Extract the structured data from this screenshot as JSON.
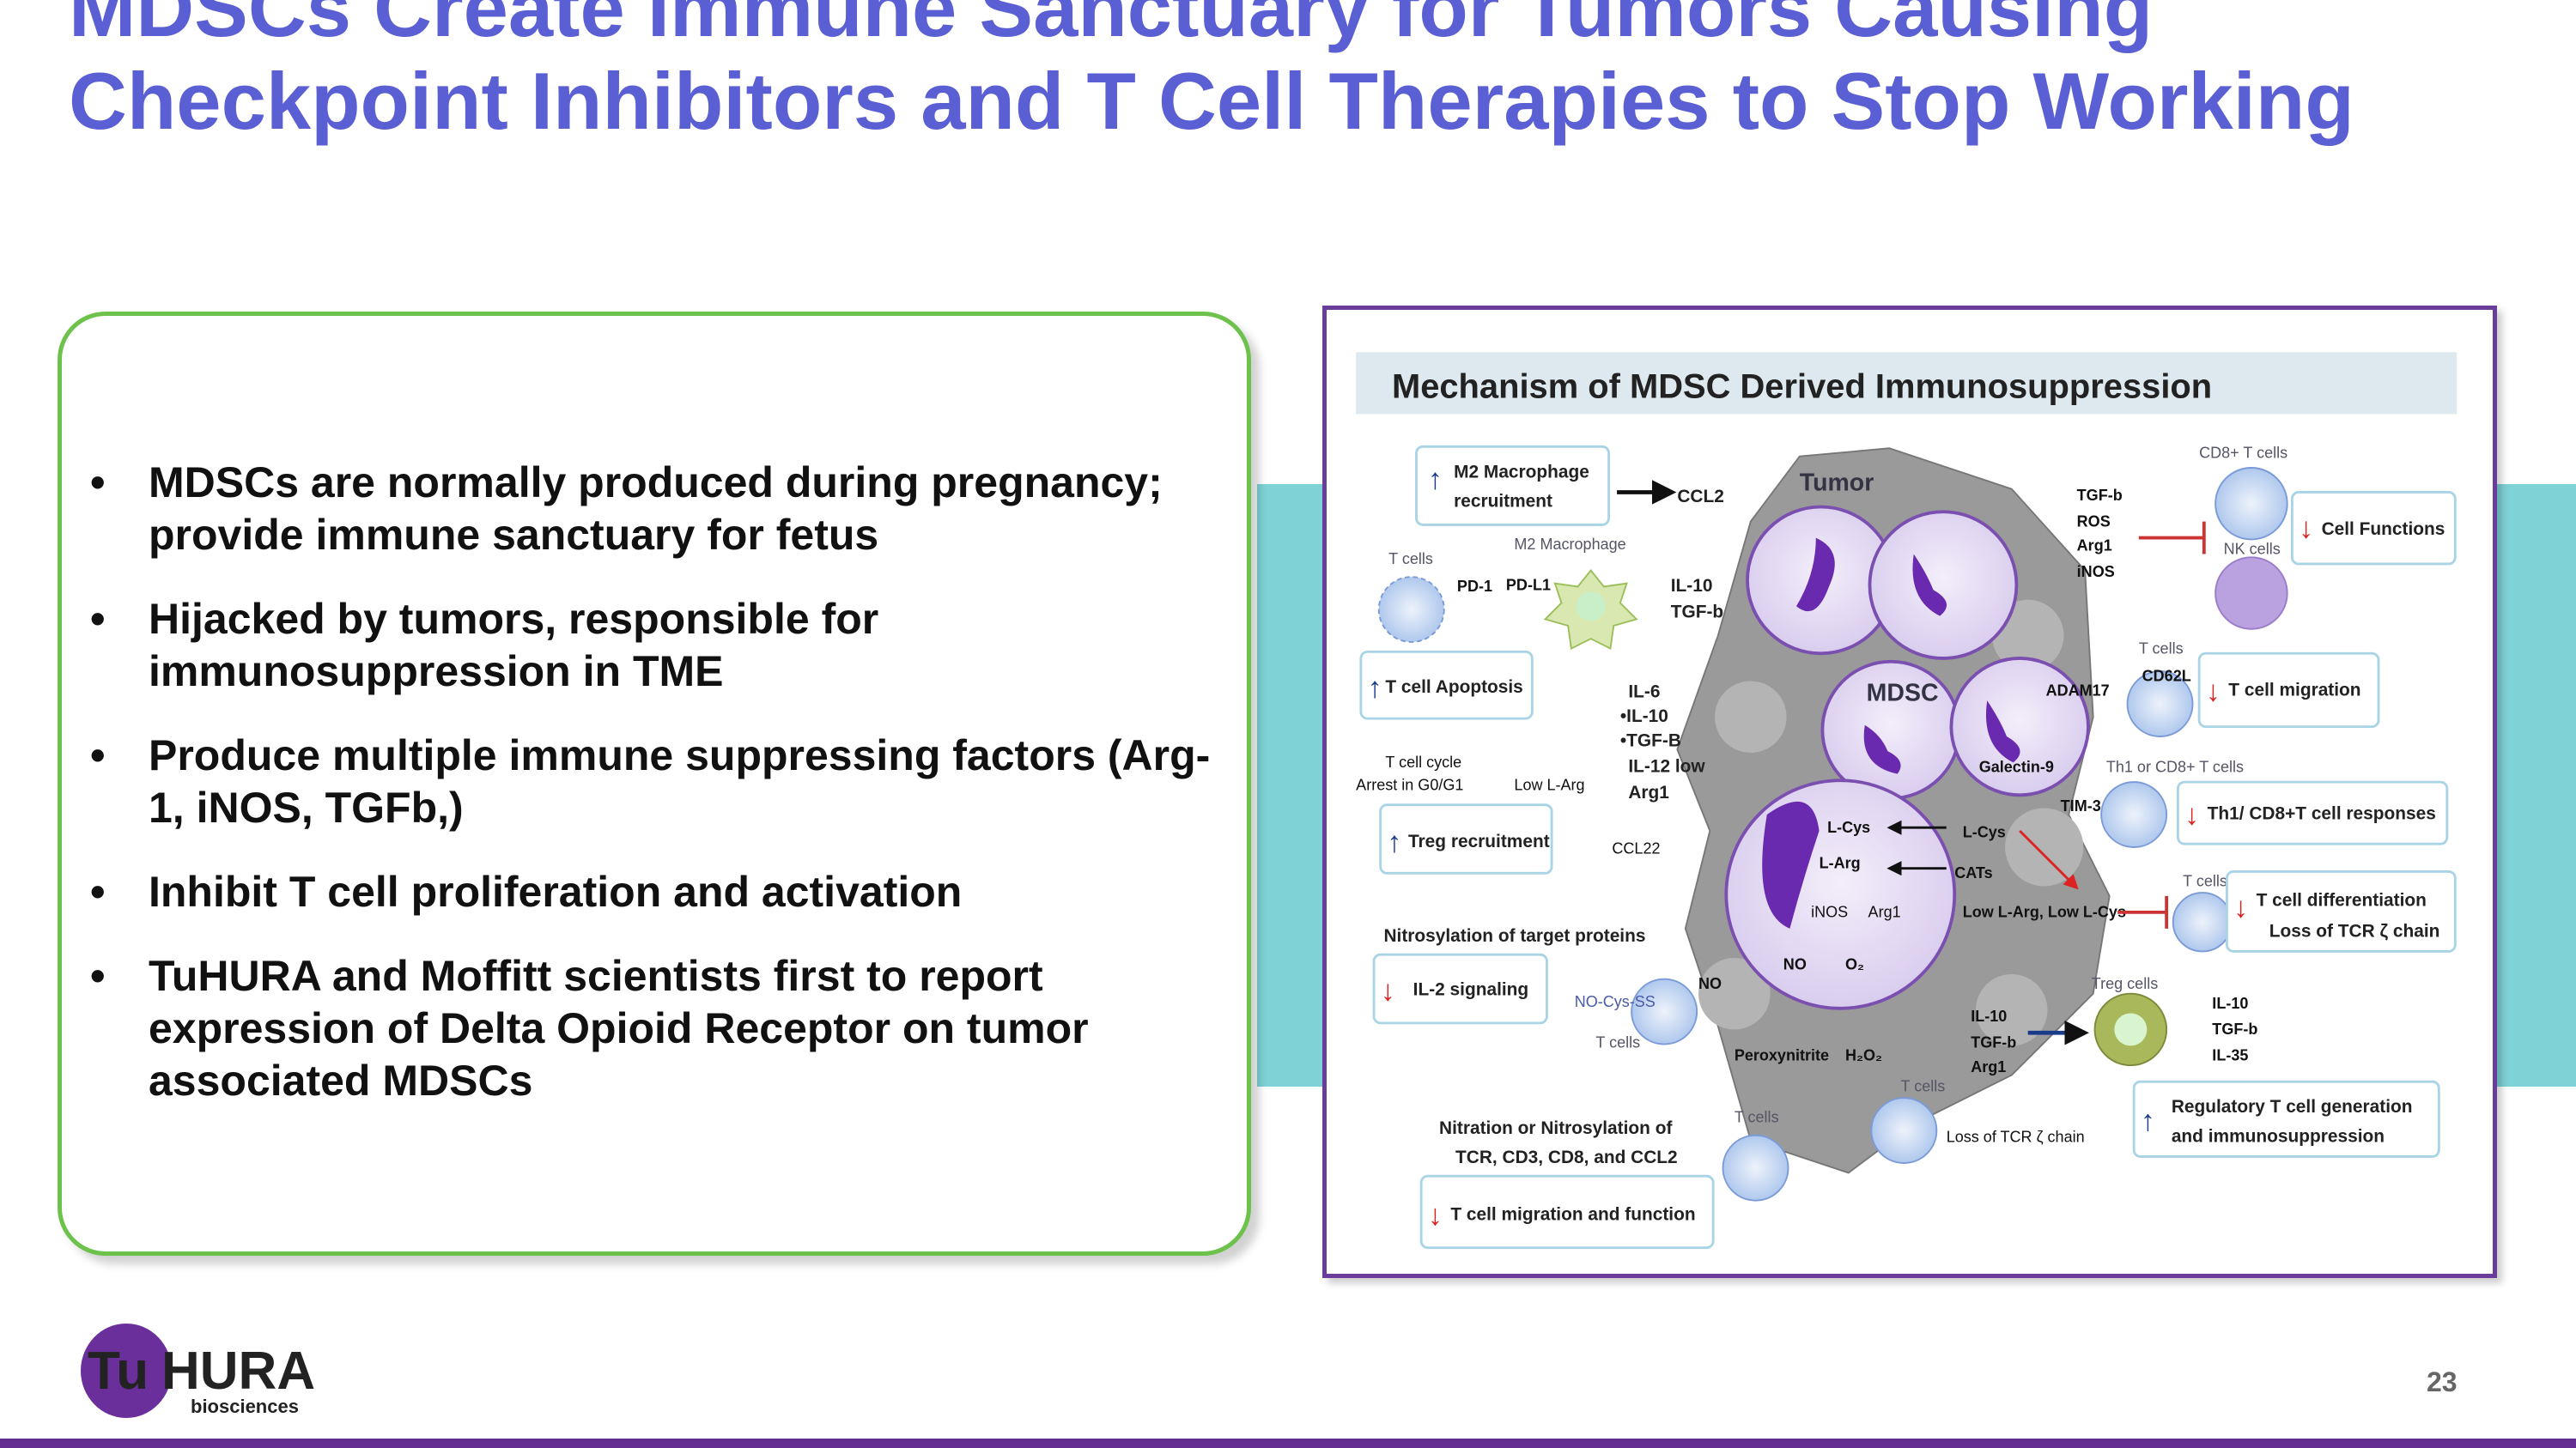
{
  "title": "MDSCs Create Immune Sanctuary for Tumors Causing Checkpoint Inhibitors and T Cell Therapies to Stop Working",
  "bullets": [
    "MDSCs are normally produced during pregnancy; provide immune sanctuary for fetus",
    "Hijacked by tumors, responsible for immunosuppression in TME",
    "Produce multiple immune suppressing factors (Arg-1, iNOS, TGFb,)",
    "Inhibit T cell proliferation and activation",
    "TuHURA and Moffitt scientists first to report expression of Delta Opioid Receptor on tumor associated MDSCs"
  ],
  "bullet_glyph": "•",
  "diagram": {
    "title": "Mechanism of MDSC Derived Immunosuppression",
    "tumor": "Tumor",
    "mdsc": "MDSC",
    "m2_recruit_1": "M2 Macrophage",
    "m2_recruit_2": "recruitment",
    "ccl2": "CCL2",
    "t_cells": "T cells",
    "m2_macrophage": "M2 Macrophage",
    "pd1": "PD-1",
    "pdl1": "PD-L1",
    "il10": "IL-10",
    "tgfb": "TGF-b",
    "t_apoptosis": "T cell Apoptosis",
    "il6": "IL-6",
    "il10b": "•IL-10",
    "tgfB": "•TGF-B",
    "il12": "IL-12 low",
    "arg1": "Arg1",
    "cycle_1": "T cell  cycle",
    "cycle_2": "Arrest in G0/G1",
    "low_larg": "Low L-Arg",
    "treg_recruit": "Treg recruitment",
    "ccl22": "CCL22",
    "nitrosylation": "Nitrosylation of target proteins",
    "il2": "IL-2 signaling",
    "no_cys": "NO-Cys-SS",
    "nitration_1": "Nitration or Nitrosylation of",
    "nitration_2": "TCR, CD3, CD8, and CCL2",
    "migration_function": "T cell migration and function",
    "loss_tcr": "Loss of TCR ζ chain",
    "lcys": "L-Cys",
    "larg": "L-Arg",
    "inos": "iNOS",
    "no": "NO",
    "o2": "O₂",
    "peroxynitrite": "Peroxynitrite",
    "h2o2": "H₂O₂",
    "cats": "CATs",
    "low_both": "Low L-Arg, Low L-Cys",
    "treg_cells": "Treg cells",
    "il35": "IL-35",
    "reg_1": "Regulatory T cell generation",
    "reg_2": "and immunosuppression",
    "cd8_cells": "CD8+ T cells",
    "nk_cells": "NK cells",
    "ros": "ROS",
    "cell_functions": "Cell Functions",
    "cd62l": "CD62L",
    "adam17": "ADAM17",
    "t_migration": "T cell migration",
    "galectin": "Galectin-9",
    "tim3": "TIM-3",
    "th1_cells": "Th1 or CD8+ T cells",
    "th1_resp": "Th1/ CD8+T cell responses",
    "diff_1": "T cell differentiation",
    "diff_2": "Loss of TCR ζ chain",
    "up_arrow": "↑",
    "down_arrow": "↓"
  },
  "logo": {
    "name_part1": "Tu",
    "name_part2": "HURA",
    "tagline": "biosciences"
  },
  "page_number": "23",
  "colors": {
    "title": "#5b5fd4",
    "green_border": "#6cc24a",
    "teal_band": "#7fd3d6",
    "purple": "#652d90"
  }
}
